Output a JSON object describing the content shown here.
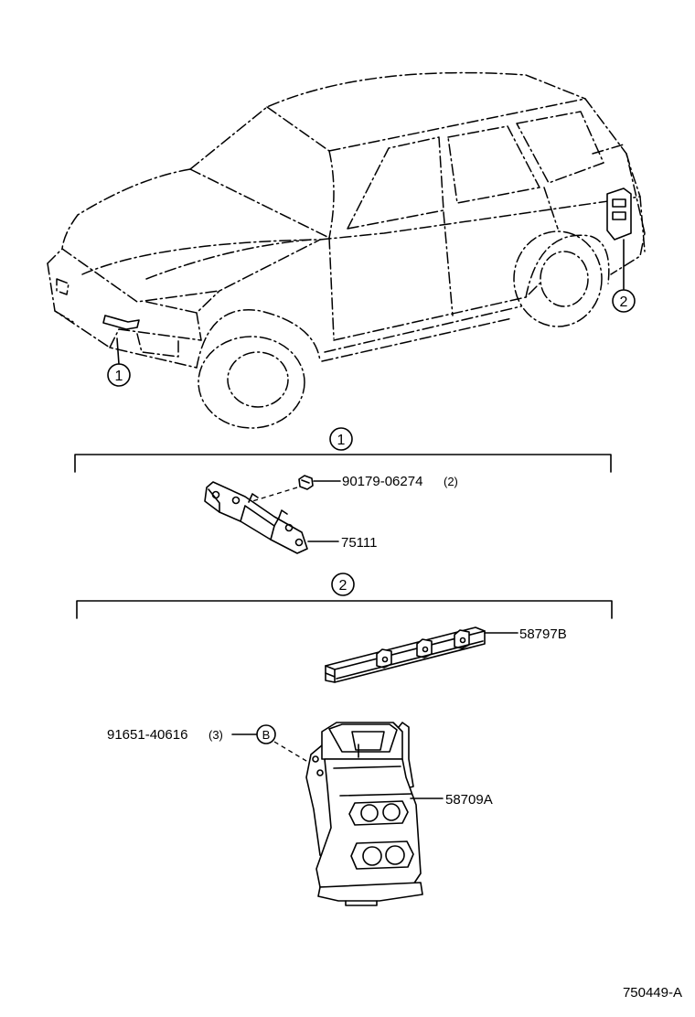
{
  "callouts": {
    "one": "1",
    "two": "2",
    "b": "B"
  },
  "parts": {
    "bolt_number": "90179-06274",
    "bolt_qty": "(2)",
    "bracket_number": "75111",
    "bar_number": "58797B",
    "screw_number": "91651-40616",
    "screw_qty": "(3)",
    "housing_number": "58709A"
  },
  "figure_code": "750449-A"
}
